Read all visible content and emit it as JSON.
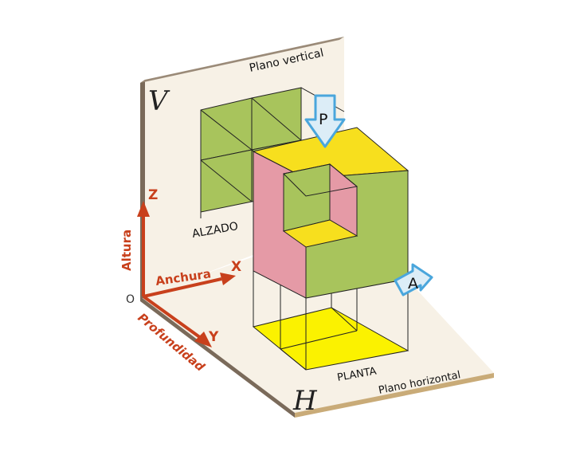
{
  "planes": {
    "vertical": {
      "label": "Plano vertical",
      "symbol": "V"
    },
    "horizontal": {
      "label": "Plano horizontal",
      "symbol": "H"
    }
  },
  "views": {
    "elevation": "ALZADO",
    "plan": "PLANTA"
  },
  "arrows": {
    "top": "P",
    "side": "A"
  },
  "axes": {
    "origin": "O",
    "z": {
      "letter": "Z",
      "name": "Altura"
    },
    "x": {
      "letter": "X",
      "name": "Anchura"
    },
    "y": {
      "letter": "Y",
      "name": "Profundidad"
    }
  },
  "colors": {
    "plane_face": "#f7f1e6",
    "plane_edge": "#7a6a5a",
    "plane_edge_light": "#c9ab78",
    "face_green": "#a8c45c",
    "face_yellow": "#f7df1e",
    "face_pink": "#e59aa6",
    "plan_yellow": "#fbf200",
    "axis_red": "#c8401c",
    "arrow_blue": "#4aa6dc"
  }
}
